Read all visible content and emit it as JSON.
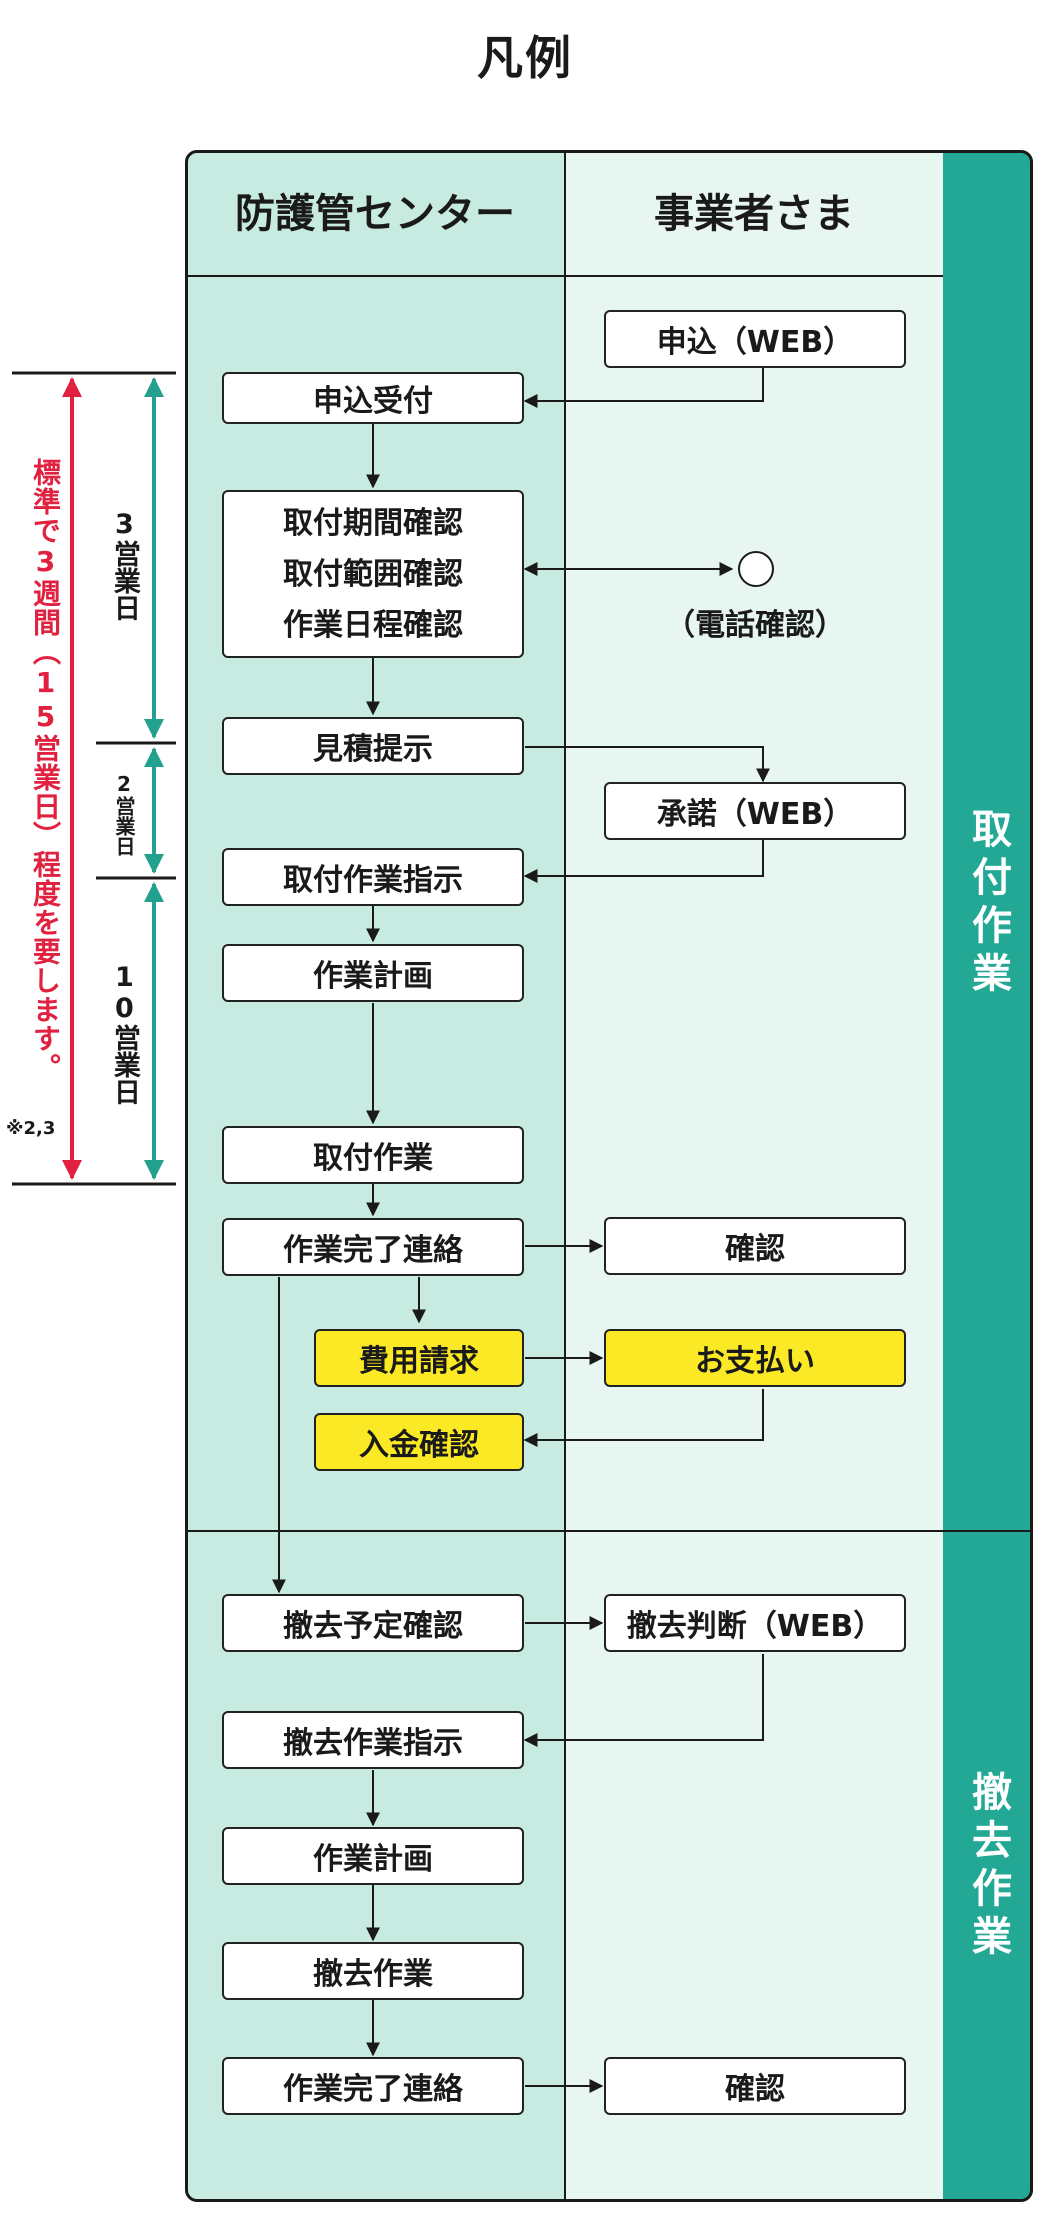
{
  "title": "凡例",
  "columns": {
    "center": "防護管センター",
    "user": "事業者さま"
  },
  "sections": {
    "install": "取付作業",
    "removal": "撤去作業"
  },
  "boxes": {
    "apply_web": "申込（WEB）",
    "reception": "申込受付",
    "confirm": [
      "取付期間確認",
      "取付範囲確認",
      "作業日程確認"
    ],
    "phone_confirm": "（電話確認）",
    "estimate": "見積提示",
    "accept_web": "承諾（WEB）",
    "install_instruct": "取付作業指示",
    "work_plan_1": "作業計画",
    "install_work": "取付作業",
    "complete_1": "作業完了連絡",
    "check_1": "確認",
    "billing": "費用請求",
    "payment": "お支払い",
    "payment_confirm": "入金確認",
    "removal_schedule": "撤去予定確認",
    "removal_decision": "撤去判断（WEB）",
    "removal_instruct": "撤去作業指示",
    "work_plan_2": "作業計画",
    "removal_work": "撤去作業",
    "complete_2": "作業完了連絡",
    "check_2": "確認"
  },
  "durations": {
    "d1": "3営業日",
    "d2": "2営業日",
    "d3": "10営業日"
  },
  "total_note": "標準で3週間（15営業日）程度を要します。",
  "footnote": "※2,3",
  "colors": {
    "center_bg": "#c8ebe1",
    "user_bg": "#e8f6f2",
    "side_bg": "#24a896",
    "highlight": "#fbe925",
    "teal_arrow": "#23a08e",
    "red_arrow": "#e0213f"
  }
}
